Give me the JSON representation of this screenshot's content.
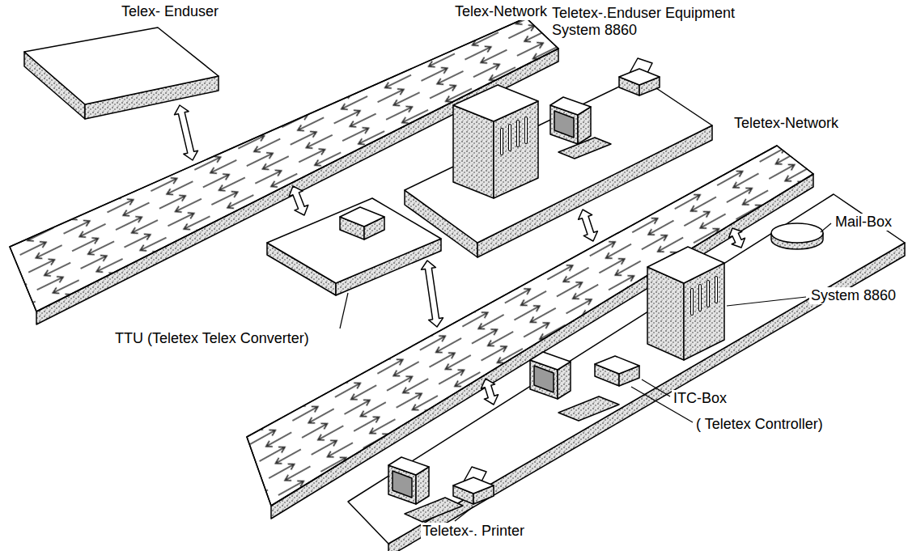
{
  "diagram": {
    "nodes": [
      {
        "text": [
          "Telex- Enduser"
        ]
      },
      {
        "text": [
          "Telex-Network"
        ]
      },
      {
        "text": [
          "Teletex-.Enduser Equipment System 8860"
        ]
      },
      {
        "text": [
          "TTU (Teletex Telex Converter)"
        ]
      },
      {
        "text": [
          "Teletex-Network"
        ]
      },
      {
        "text": [
          "System 8860"
        ]
      }
    ],
    "edges": [
      {
        "from": 0,
        "to": 1,
        "arrow": "both"
      },
      {
        "from": 1,
        "to": 3,
        "arrow": "both"
      },
      {
        "from": 3,
        "to": 4,
        "arrow": "both"
      },
      {
        "from": 2,
        "to": 4,
        "arrow": "both"
      },
      {
        "from": 4,
        "to": 5,
        "arrow": "both"
      }
    ],
    "labels": [
      "Mail-Box",
      "ITC-Box",
      "( Teletex Controller)",
      "Teletex-. Printer"
    ]
  }
}
